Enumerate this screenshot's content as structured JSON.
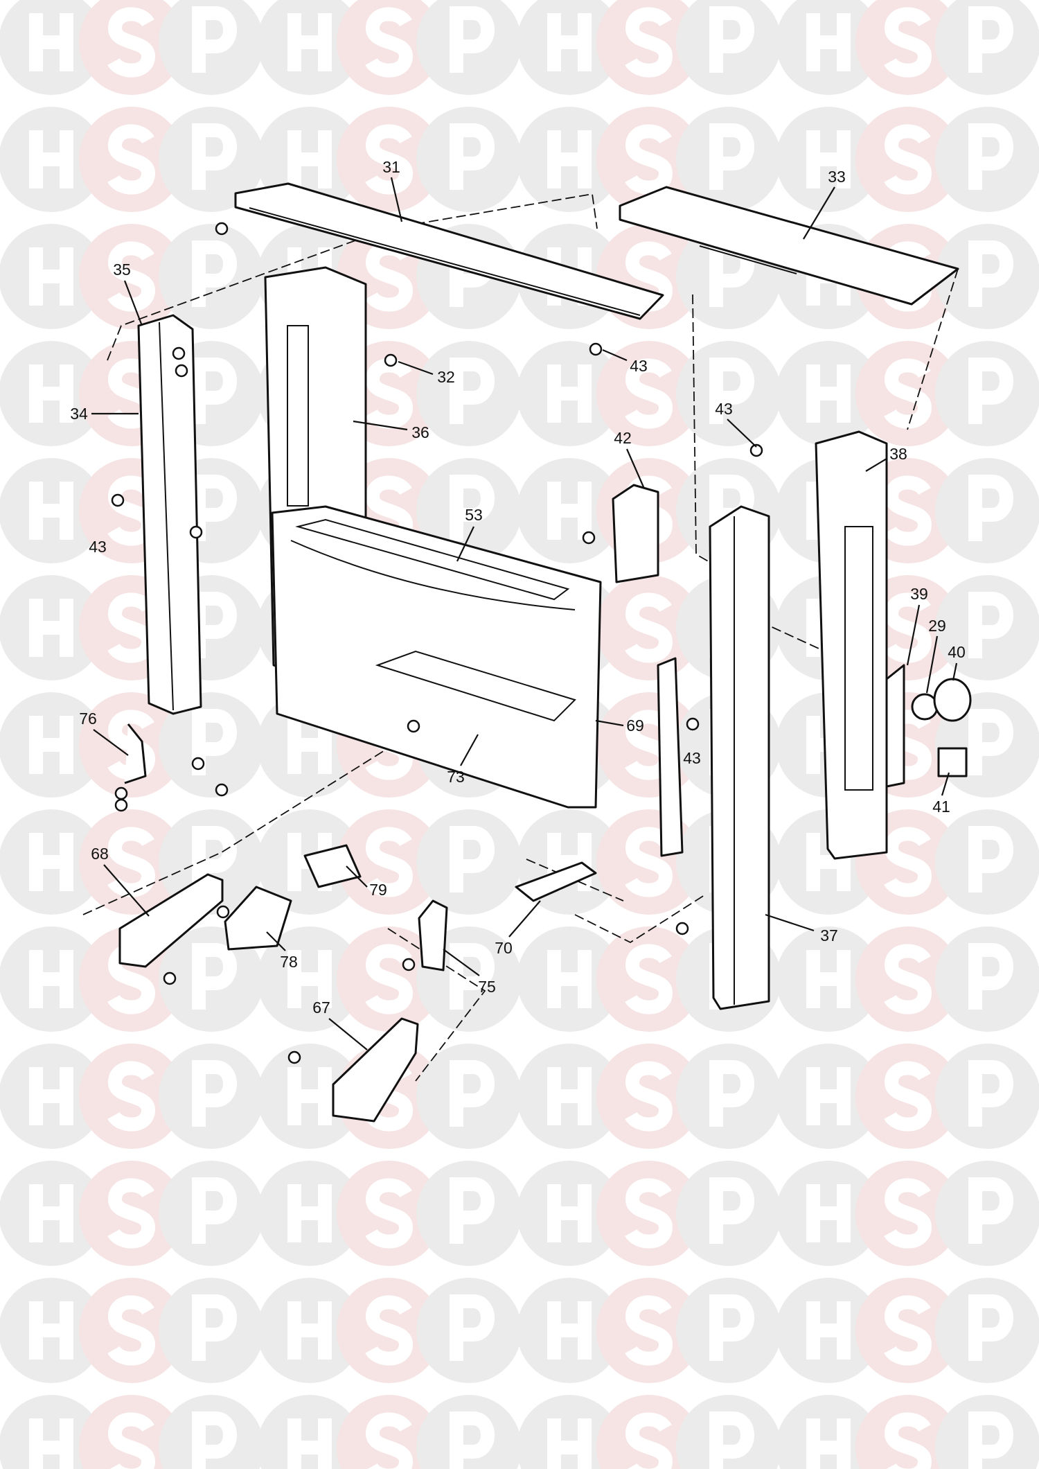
{
  "watermark": {
    "letters": [
      "H",
      "S",
      "P"
    ],
    "colors": {
      "grey": "#ebebeb",
      "red": "#f6e3e3",
      "blue": "#c9d6ef"
    }
  },
  "labels": [
    "31",
    "33",
    "35",
    "32",
    "43",
    "34",
    "36",
    "43",
    "38",
    "42",
    "53",
    "43",
    "39",
    "29",
    "40",
    "69",
    "76",
    "43",
    "73",
    "41",
    "68",
    "79",
    "37",
    "70",
    "78",
    "75",
    "67"
  ]
}
